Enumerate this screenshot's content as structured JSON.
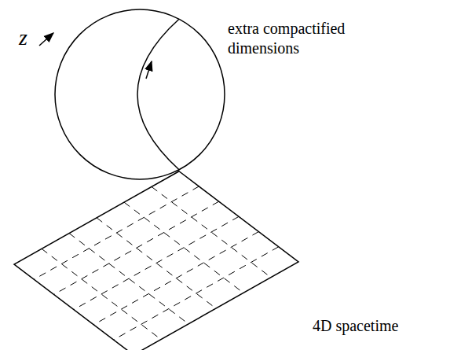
{
  "diagram": {
    "labels": [
      "z",
      "extra compactified dimensions",
      "4D spacetime"
    ]
  }
}
